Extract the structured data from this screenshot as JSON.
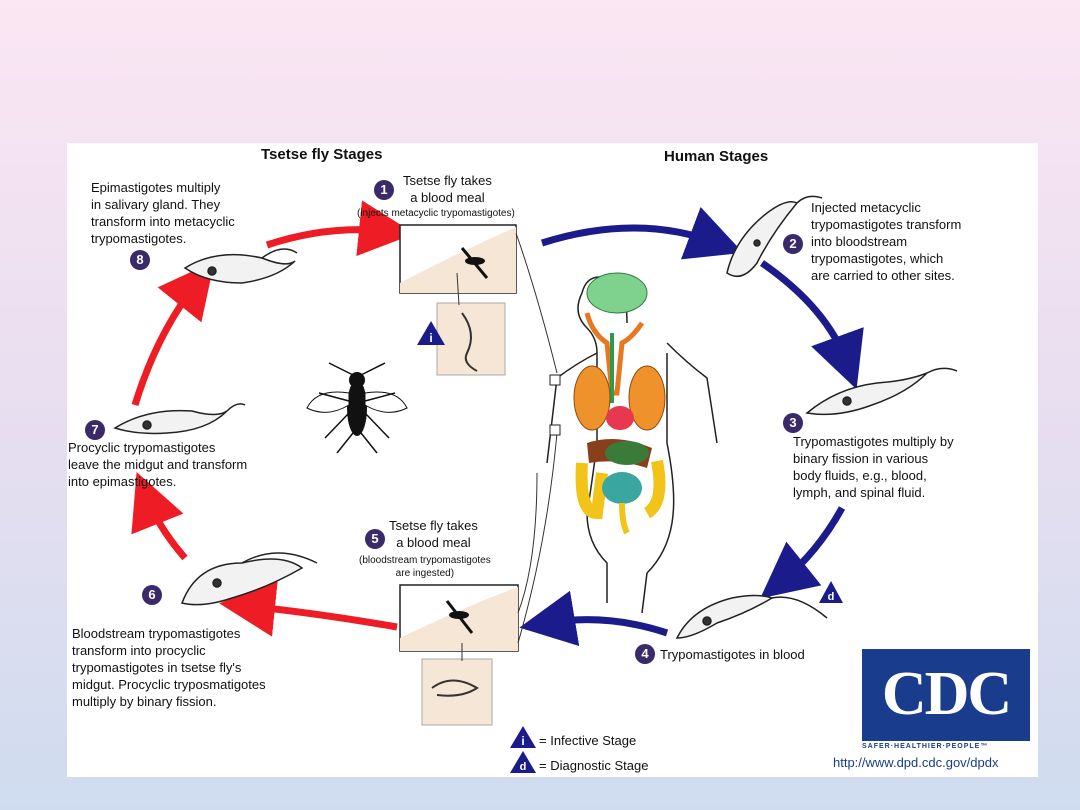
{
  "headers": {
    "tsetse": "Tsetse fly Stages",
    "human": "Human Stages"
  },
  "stages": {
    "s1": {
      "number": "1",
      "title": "Tsetse fly takes\na blood meal",
      "note": "(injects metacyclic trypomastigotes)"
    },
    "s2": {
      "number": "2",
      "text": "Injected metacyclic\ntrypomastigotes transform\ninto bloodstream\ntrypomastigotes, which\nare carried to other sites."
    },
    "s3": {
      "number": "3",
      "text": "Trypomastigotes multiply by\nbinary fission in various\nbody fluids, e.g., blood,\nlymph, and spinal fluid."
    },
    "s4": {
      "number": "4",
      "text": "Trypomastigotes in blood"
    },
    "s5": {
      "number": "5",
      "title": "Tsetse fly takes\na blood meal",
      "note": "(bloodstream trypomastigotes\nare ingested)"
    },
    "s6": {
      "number": "6",
      "text": "Bloodstream trypomastigotes\ntransform into procyclic\ntrypomastigotes in tsetse fly's\nmidgut. Procyclic tryposmatigotes\nmultiply by binary fission."
    },
    "s7": {
      "number": "7",
      "text": "Procyclic trypomastigotes\nleave the midgut and transform\ninto epimastigotes."
    },
    "s8": {
      "number": "8",
      "text": "Epimastigotes multiply\nin salivary gland. They\ntransform into metacyclic\ntrypomastigotes."
    }
  },
  "legend": {
    "infective_symbol": "i",
    "infective": "= Infective Stage",
    "diagnostic_symbol": "d",
    "diagnostic": "= Diagnostic Stage"
  },
  "logo": {
    "text": "CDC",
    "tagline": "SAFER·HEALTHIER·PEOPLE™",
    "url": "http://www.dpd.cdc.gov/dpdx"
  },
  "colors": {
    "tsetse_arrow": "#ee1c24",
    "human_arrow": "#1b1b8c",
    "badge": "#3a2a6a",
    "cdc_blue": "#1a3c8c"
  }
}
